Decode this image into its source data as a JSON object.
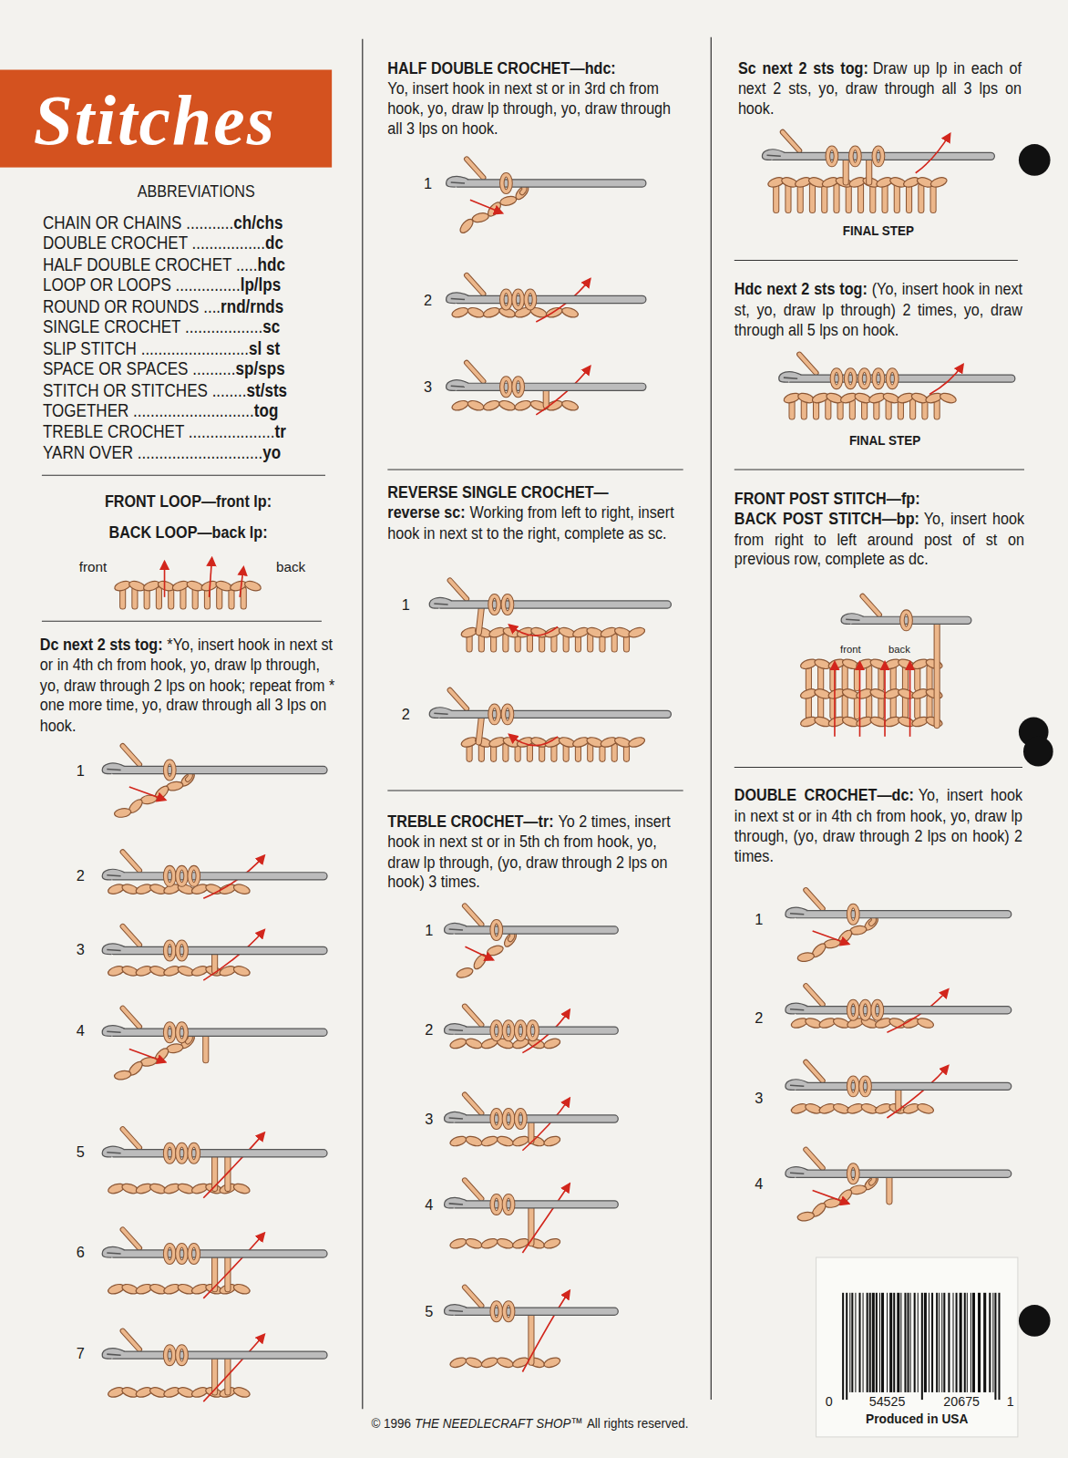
{
  "diagram": {
    "title": "Stitches",
    "nodes": [
      {
        "text": [
          "0",
          "54525",
          "20675",
          "1",
          "Produced in USA"
        ]
      }
    ],
    "labels": [
      "ABBREVIATIONS",
      "CHAIN OR CHAINS ...........",
      "ch/chs",
      "DOUBLE CROCHET .................",
      "dc",
      "HALF DOUBLE CROCHET .....",
      "hdc",
      "LOOP OR LOOPS ...............",
      "lp/lps",
      "ROUND OR ROUNDS ....",
      "rnd/rnds",
      "SINGLE CROCHET ..................",
      "sc",
      "SLIP STITCH .........................",
      "sl st",
      "SPACE OR SPACES ..........",
      "sp/sps",
      "STITCH OR STITCHES ........",
      "st/sts",
      "TOGETHER ............................",
      "tog",
      "TREBLE CROCHET ....................",
      "tr",
      "YARN OVER .............................",
      "yo",
      "FRONT LOOP—front lp:",
      "BACK LOOP—back lp:",
      "front",
      "back",
      "Dc next 2 sts tog:",
      "*Yo, insert hook in next st or in 4th ch from hook, yo, draw lp through, yo, draw through 2 lps on hook; repeat from * one more time, yo, draw through all 3 lps on hook.",
      "1",
      "2",
      "3",
      "4",
      "5",
      "6",
      "7",
      "HALF DOUBLE CROCHET—hdc:",
      "Yo, insert hook in next st or in 3rd ch from hook, yo, draw lp through, yo, draw through all 3 lps on hook.",
      "1",
      "2",
      "3",
      "REVERSE SINGLE CROCHET—",
      "reverse sc:",
      "Working from left to right, insert hook in next st to the right, complete as sc.",
      "1",
      "2",
      "TREBLE CROCHET—tr:",
      "Yo 2 times, insert hook in next st or in 5th ch from hook, yo, draw lp through, (yo, draw through 2 lps on hook) 3 times.",
      "1",
      "2",
      "3",
      "4",
      "5",
      "© 1996",
      "THE NEEDLECRAFT SHOP™",
      "All rights reserved.",
      "Sc next 2 sts tog:",
      "Draw up lp in each of next 2 sts, yo, draw through all 3 lps on hook.",
      "FINAL STEP",
      "Hdc next 2 sts tog:",
      "(Yo, insert hook in next st, yo, draw lp through) 2 times, yo, draw through all 5 lps on hook.",
      "FINAL STEP",
      "FRONT POST STITCH—fp:",
      "BACK POST STITCH—bp:",
      "Yo, insert hook from right to left around post of st on previous row, complete as dc.",
      "front",
      "back",
      "DOUBLE CROCHET—dc:",
      "Yo, insert hook in next st or in 4th ch from hook, yo, draw lp through, (yo, draw through 2 lps on hook) 2 times.",
      "1",
      "2",
      "3",
      "4"
    ]
  }
}
